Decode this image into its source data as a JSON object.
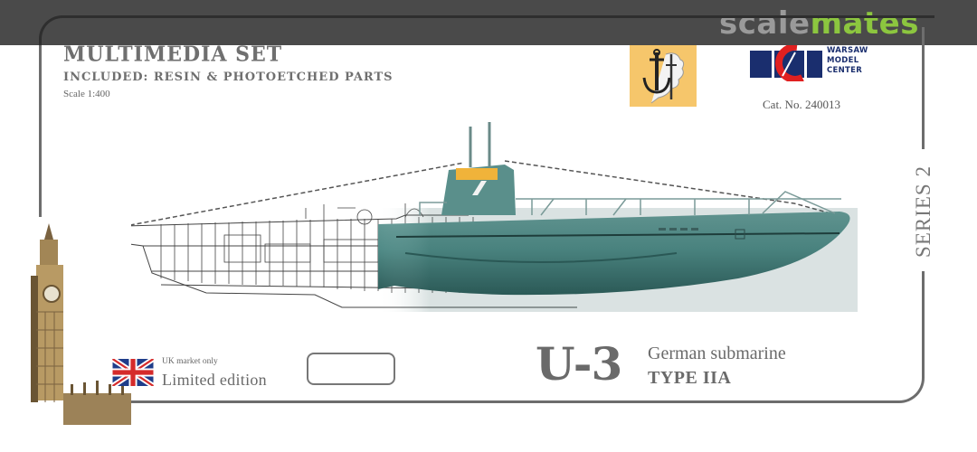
{
  "watermark": {
    "part1": "scale",
    "part2": "mates",
    "color1": "#9a9a9a",
    "color2": "#8cc63f"
  },
  "header": {
    "title": "MULTIMEDIA SET",
    "subtitle": "INCLUDED: RESIN & PHOTOETCHED PARTS",
    "scale": "Scale 1:400"
  },
  "logos": {
    "anchor_logo": "anchor-logo",
    "wmc": {
      "letters": "WCM",
      "line1": "WARSAW",
      "line2": "MODEL",
      "line3": "CENTER",
      "blue": "#1a2e6e",
      "red": "#e02020"
    }
  },
  "catalog": {
    "number": "Cat. No. 240013"
  },
  "series": {
    "label": "SERIES 2"
  },
  "edition": {
    "market_note": "UK market only",
    "label": "Limited edition",
    "flag": "uk-flag-icon"
  },
  "model": {
    "id": "U-3",
    "description": "German submarine",
    "type": "TYPE IIA"
  },
  "colors": {
    "hull": "#4f8a86",
    "hull_dark": "#2f5f5c",
    "frame": "#6d6d6d",
    "topbar": "#4a4a4a",
    "logo_bg": "#f6c66b"
  }
}
